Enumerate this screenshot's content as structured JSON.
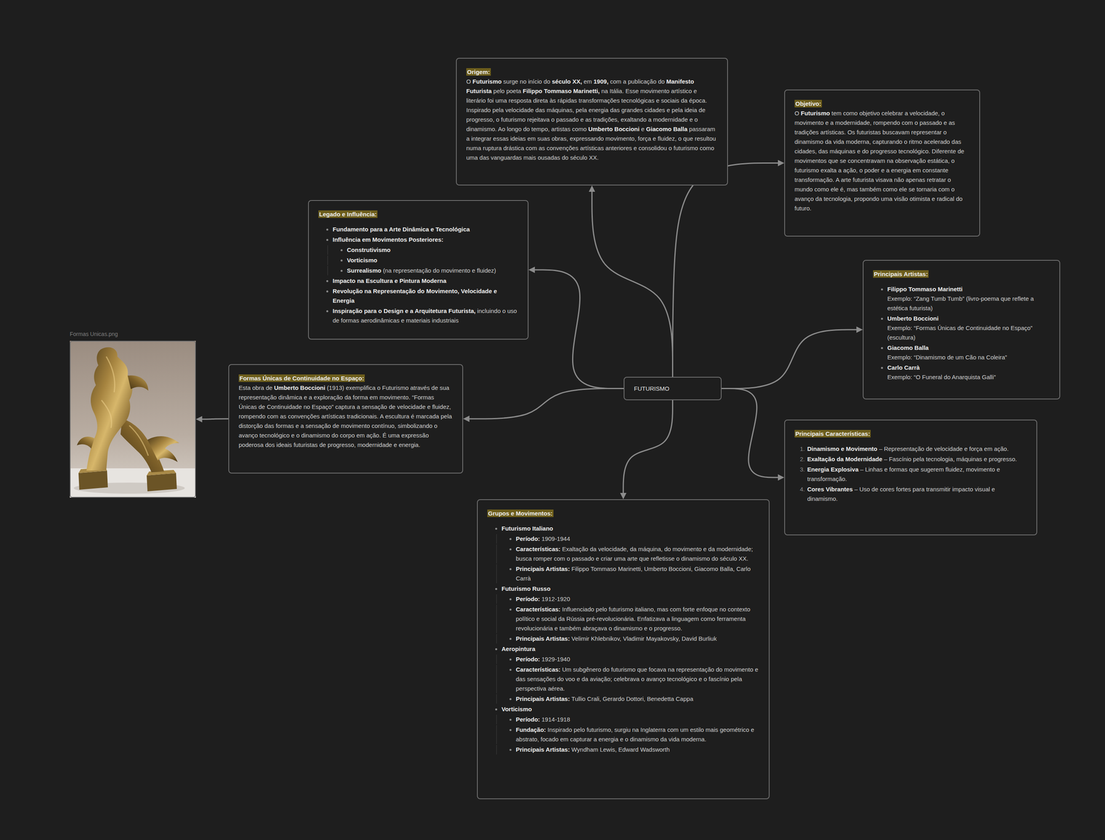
{
  "diagram": {
    "nodes": [
      {
        "text": [
          "FUTURISMO"
        ]
      },
      {
        "text": [
          "Origem:",
          "O Futurismo surge no início do século XX, em 1909, com a publicação do Manifesto Futurista pelo poeta Filippo Tommaso Marinetti, na Itália. Esse movimento artístico e literário foi uma resposta direta às rápidas transformações tecnológicas e sociais da época. Inspirado pela velocidade das máquinas, pela energia das grandes cidades e pela ideia de progresso, o futurismo rejeitava o passado e as tradições, exaltando a modernidade e o dinamismo. Ao longo do tempo, artistas como Umberto Boccioni e Giacomo Balla passaram a integrar essas ideias em suas obras, expressando movimento, força e fluidez, o que resultou numa ruptura drástica com as convenções artísticas anteriores e consolidou o futurismo como uma das vanguardas mais ousadas do século XX."
        ]
      },
      {
        "text": [
          "Objetivo:",
          "O Futurismo tem como objetivo celebrar a velocidade, o movimento e a modernidade, rompendo com o passado e as tradições artísticas. Os futuristas buscavam representar o dinamismo da vida moderna, capturando o ritmo acelerado das cidades, das máquinas e do progresso tecnológico. Diferente de movimentos que se concentravam na observação estática, o futurismo exalta a ação, o poder e a energia em constante transformação. A arte futurista visava não apenas retratar o mundo como ele é, mas também como ele se tornaria com o avanço da tecnologia, propondo uma visão otimista e radical do futuro."
        ]
      },
      {
        "text": [
          "Principais Artistas:",
          "Filippo Tommaso Marinetti",
          "Exemplo: “Zang Tumb Tumb” (livro-poema que reflete a estética futurista)",
          "Umberto Boccioni",
          "Exemplo: “Formas Únicas de Continuidade no Espaço” (escultura)",
          "Giacomo Balla",
          "Exemplo: “Dinamismo de um Cão na Coleira”",
          "Carlo Carrà",
          "Exemplo: “O Funeral do Anarquista Galli”"
        ]
      },
      {
        "text": [
          "Principais Características:",
          "1.",
          "Dinamismo e Movimento – Representação de velocidade e força em ação.",
          "2.",
          "Exaltação da Modernidade – Fascínio pela tecnologia, máquinas e progresso.",
          "3.",
          "Energia Explosiva – Linhas e formas que sugerem fluidez, movimento e transformação.",
          "4.",
          "Cores Vibrantes – Uso de cores fortes para transmitir impacto visual e dinamismo."
        ]
      },
      {
        "text": [
          "Grupos e Movimentos:",
          "Futurismo Italiano",
          "Período: 1909-1944",
          "Características: Exaltação da velocidade, da máquina, do movimento e da modernidade; busca romper com o passado e criar uma arte que refletisse o dinamismo do século XX.",
          "Principais Artistas: Filippo Tommaso Marinetti, Umberto Boccioni, Giacomo Balla, Carlo Carrà",
          "Futurismo Russo",
          "Período: 1912-1920",
          "Características: Influenciado pelo futurismo italiano, mas com forte enfoque no contexto político e social da Rússia pré-revolucionária. Enfatizava a linguagem como ferramenta revolucionária e também abraçava o dinamismo e o progresso.",
          "Principais Artistas: Velimir Khlebnikov, Vladimir Mayakovsky, David Burliuk",
          "Aeropintura",
          "Período: 1929-1940",
          "Características: Um subgênero do futurismo que focava na representação do movimento e das sensações do voo e da aviação; celebrava o avanço tecnológico e o fascínio pela perspectiva aérea.",
          "Principais Artistas: Tullio Crali, Gerardo Dottori, Benedetta Cappa",
          "Vorticismo",
          "Período: 1914-1918",
          "Fundação: Inspirado pelo futurismo, surgiu na Inglaterra com um estilo mais geométrico e abstrato, focado em capturar a energia e o dinamismo da vida moderna.",
          "Principais Artistas: Wyndham Lewis, Edward Wadsworth"
        ]
      },
      {
        "text": [
          "Formas Únicas de Continuidade no Espaço:",
          "Esta obra de Umberto Boccioni (1913) exemplifica o Futurismo através de sua representação dinâmica e a exploração da forma em movimento. “Formas Únicas de Continuidade no Espaço” captura a sensação de velocidade e fluidez, rompendo com as convenções artísticas tradicionais. A escultura é marcada pela distorção das formas e a sensação de movimento contínuo, simbolizando o avanço tecnológico e o dinamismo do corpo em ação. É uma expressão poderosa dos ideais futuristas de progresso, modernidade e energia."
        ]
      },
      {
        "text": [
          "Formas Unicas.png"
        ]
      },
      {
        "text": [
          "Legado e Influência:",
          "Fundamento para a Arte Dinâmica e Tecnológica",
          "Influência em Movimentos Posteriores:",
          "Construtivismo",
          "Vorticismo",
          "Surrealismo (na representação do movimento e fluidez)",
          "Impacto na Escultura e Pintura Moderna",
          "Revolução na Representação do Movimento, Velocidade e Energia",
          "Inspiração para o Design e a Arquitetura Futurista, incluindo o uso de formas aerodinâmicas e materiais industriais"
        ]
      }
    ],
    "edges": [
      {
        "from": 0,
        "to": 1,
        "arrow": "to"
      },
      {
        "from": 0,
        "to": 2,
        "arrow": "to"
      },
      {
        "from": 0,
        "to": 3,
        "arrow": "to"
      },
      {
        "from": 0,
        "to": 4,
        "arrow": "to"
      },
      {
        "from": 0,
        "to": 5,
        "arrow": "to"
      },
      {
        "from": 0,
        "to": 6,
        "arrow": "to"
      },
      {
        "from": 0,
        "to": 8,
        "arrow": "to"
      },
      {
        "from": 6,
        "to": 7,
        "arrow": "to"
      }
    ]
  }
}
